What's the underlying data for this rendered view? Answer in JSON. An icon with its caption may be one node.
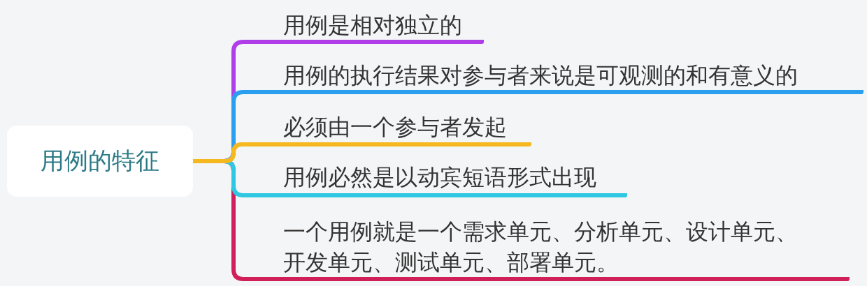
{
  "diagram": {
    "nodes": [
      {
        "text": [
          "用例的特征"
        ]
      },
      {
        "text": [
          "用例是相对独立的"
        ]
      },
      {
        "text": [
          "用例的执行结果对参与者来说是可观测的和有意义的"
        ]
      },
      {
        "text": [
          "必须由一个参与者发起"
        ]
      },
      {
        "text": [
          "用例必然是以动宾短语形式出现"
        ]
      },
      {
        "text": [
          "一个用例就是一个需求单元、分析单元、设计单元、开发单元、测试单元、部署单元。"
        ]
      }
    ],
    "edges": [
      {
        "from": 0,
        "to": 1,
        "arrow": "none",
        "color": "#b03ee8"
      },
      {
        "from": 0,
        "to": 2,
        "arrow": "none",
        "color": "#2a9ff0"
      },
      {
        "from": 0,
        "to": 3,
        "arrow": "none",
        "color": "#f5b81e"
      },
      {
        "from": 0,
        "to": 4,
        "arrow": "none",
        "color": "#2ec8e2"
      },
      {
        "from": 0,
        "to": 5,
        "arrow": "none",
        "color": "#d11f5a"
      }
    ]
  }
}
